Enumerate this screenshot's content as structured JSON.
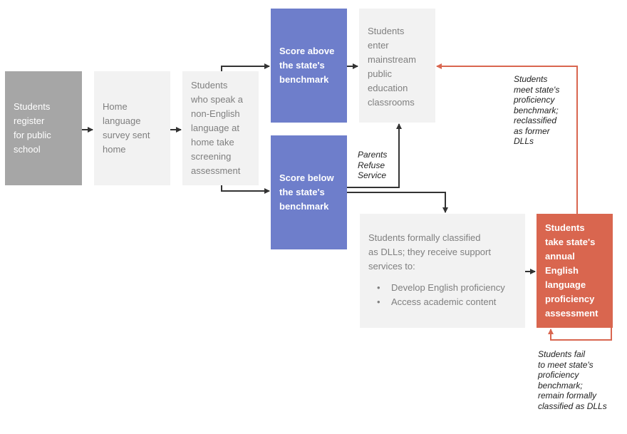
{
  "nodes": {
    "register": "Students\nregister\nfor public\nschool",
    "survey": "Home\nlanguage\nsurvey sent\nhome",
    "screening": "Students\nwho speak a\nnon-English\nlanguage at\nhome take\nscreening\nassessment",
    "above": "Score above\nthe state's\nbenchmark",
    "below": "Score below\nthe state's\nbenchmark",
    "mainstream": "Students\nenter\nmainstream\npublic\neducation\nclassrooms",
    "dll": {
      "intro": "Students formally classified\nas DLLs; they receive support\nservices to:",
      "bullets": [
        "Develop English proficiency",
        "Access academic content"
      ]
    },
    "assessment": "Students\ntake state's\nannual\nEnglish\nlanguage\nproficiency\nassessment"
  },
  "notes": {
    "parents_refuse": "Parents\nRefuse\nService",
    "reclassified": "Students\nmeet state's\nproficiency\nbenchmark;\nreclassified\nas former\nDLLs",
    "remain_dll": "Students fail\nto meet state's\nproficiency\nbenchmark;\nremain formally\nclassified as DLLs"
  },
  "colors": {
    "dark_gray": "#a6a6a6",
    "light_gray": "#f2f2f2",
    "blue": "#6e7ecb",
    "red": "#d9664f",
    "arrow_dark": "#333333"
  }
}
